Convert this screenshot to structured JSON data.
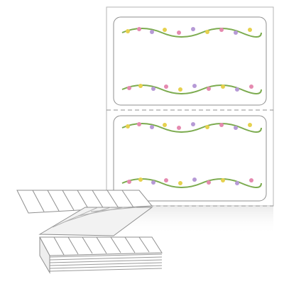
{
  "product": {
    "type": "fanfold label stock",
    "labels_shown_on_sheet": 2,
    "label_style": "rounded rectangle with floral border top and bottom",
    "colors": {
      "paper": "#ffffff",
      "outline": "#a9a9a9",
      "stack_shadow": "#bfbfbf",
      "floral_green": "#7cab4f",
      "floral_pink": "#e58ab0",
      "floral_yellow": "#e6d14e",
      "floral_lilac": "#b69ad6"
    }
  }
}
